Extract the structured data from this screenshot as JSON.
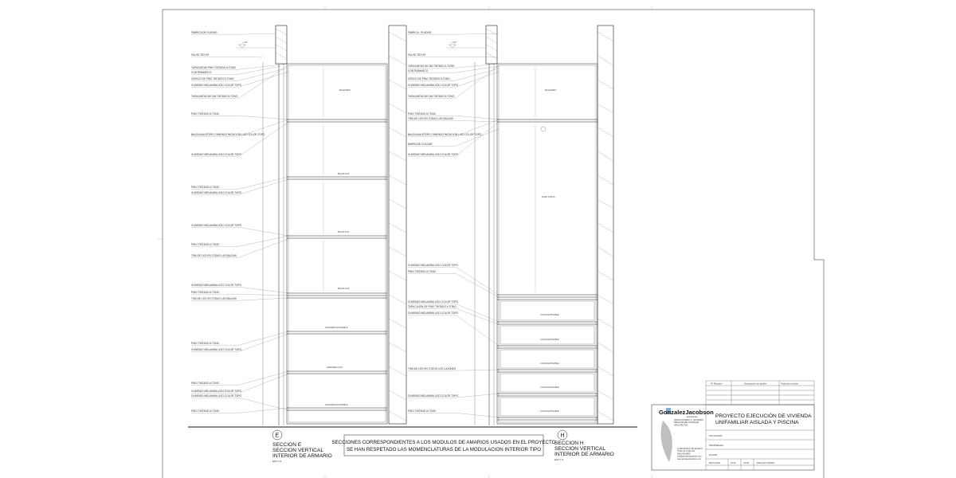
{
  "section_e": {
    "letter": "E",
    "title_line1": "SECCION E",
    "title_line2": "SECCION VERTICAL",
    "title_line3": "INTERIOR DE ARMARIO",
    "scale": "ESC 1:5"
  },
  "section_h": {
    "letter": "H",
    "title_line1": "SECCION H",
    "title_line2": "SECCION VERTICAL",
    "title_line3": "INTERIOR DE ARMARIO",
    "scale": "ESC 1:5"
  },
  "note": {
    "line1": "SECCIONES CORRESPONDIENTES A LOS MODULOS DE AMARIOS USADOS EN EL PROYECTO",
    "line2": "SE HAN RESPETADO LAS MOMENCLATURAS DE LA MODULACION INTERIOR TIPO"
  },
  "left_ceiling_level": "+ 270",
  "right_ceiling_level": "+ 270",
  "left_labels": [
    "FABRICA DE PLADUR",
    "FALSO TECHO",
    "TAPAJUNTAS PINO TINTADO A TONO",
    "CONTRAMARCO",
    "CIERCO DE PINO TINTADO A TONO",
    "CHAPADO MELAMINA LISO COLOR TOPO",
    "TAPAJUNTAS DE DM TINTADO A TONO",
    "PINO TINTADO A TONO",
    "BALDA MALETERO CHAPADO IMITACION LISO COLOR TOPO",
    "CHAPADO MELAMINA LISO COLOR TOPO",
    "PINO TINTADO A TONO",
    "CHAPADO MELAMINA LISO COLOR TOPO",
    "CHAPADO MELAMINA LISO COLOR TOPO",
    "PINO TINTADO A TONO",
    "TIRA DE LED EN TODAS LAS BALDAS",
    "CHAPADO MELAMINA LISO COLOR TOPO",
    "PINO TINTADO A TONO",
    "TIRA DE LED EN TODAS LAS BALDAS",
    "PINO TINTADO A TONO",
    "CHAPADO MELAMINA LISO COLOR TOPO",
    "PINO TINTADO A TONO",
    "CHAPADO MELAMINA LISO COLOR TOPO",
    "CHAPADO MELAMINA LISO COLOR TOPO",
    "PINO TINTADO A TONO"
  ],
  "mid_labels": [
    "FABRICA - PLADUR",
    "FALSO TECHO",
    "TAPAJUNTAS DE DM TINTADO A TONO",
    "CONTRAMARCO",
    "CERCO DE PINO TINTADO A TONO",
    "CHAPADO MELAMINA LISO COLOR TOPO",
    "TAPAJUNTAS DE DM TINTADO A TONO",
    "PINO TINTADO A TONO",
    "TIRA DE LED EN TODAS LAS BALDAS",
    "BALDA MALETERO CHAPADO IMITACION LISO COLOR TOPO",
    "BARRA DE COLGAR",
    "CHAPADO MELAMINA LISO COLOR TOPO",
    "CHAPADO MELAMINA LISO COLOR TOPO",
    "PINO TINTADO A TONO",
    "CHAPADO MELAMINA LISO COLOR TOPO",
    "TAPA CAJON DE PINO TINTADO A TONO",
    "CHAPADO MELAMINA LISO COLOR TOPO",
    "TIRA DE LED EN TODOS LOS CAJONES",
    "CHAPADO MELAMINA LISO COLOR TOPO",
    "PINO TINTADO A TONO"
  ],
  "e_inner_labels": {
    "maletero": "MALETERO",
    "balda_fija_1": "BALDA FIJA",
    "balda_fija_2": "BALDA FIJA",
    "balda_fija_3": "BALDA FIJA",
    "zap1": "ZAPATERO EXTRAIBLE",
    "zap2": "ZAPATERO FIJO",
    "zap3": "ZAPATERO EXTRAIBLE"
  },
  "h_inner_labels": {
    "maletero": "MALETERO",
    "ropa": "ROPA CORTA",
    "cajon1": "CAJON EXTRAIBLE",
    "cajon2": "CAJON EXTRAIBLE",
    "cajon3": "CAJON EXTRAIBLE",
    "cajon4": "CAJON EXTRAIBLE",
    "cajon5": "CAJON EXTRAIBLE"
  },
  "title_block": {
    "header_num": "Nº Revisión",
    "header_desc": "Descripción de cambio",
    "header_date": "Fecha de revisión",
    "brand": "GonzalezJacobson",
    "brand_sub": "arquitectos",
    "credits": "RODOLFO PABLO A. JACOBSON\nDIEGO MIGUEL GONZALEZ\nARQUITECTOS",
    "contact": "C/ FRANCISCO DE ROJAS 8\nTFNO: 91 5 910 764\n28010 MADRID\ninfo@gonzalezjacobson.com\nwww.gonzalezjacobson.com",
    "project_line1": "PROYECTO EJECUCIÓN DE VIVIENDA",
    "project_line2": "UNIFAMILIAR AISLADA Y PISCINA",
    "situacion": "SITUACION:",
    "propiedad": "PROPIEDAD:",
    "plano": "PLANO:",
    "bottom_cells": [
      "MAYO 2022",
      "10.05",
      "CA 05",
      "ESCALAS VARIAS"
    ]
  }
}
